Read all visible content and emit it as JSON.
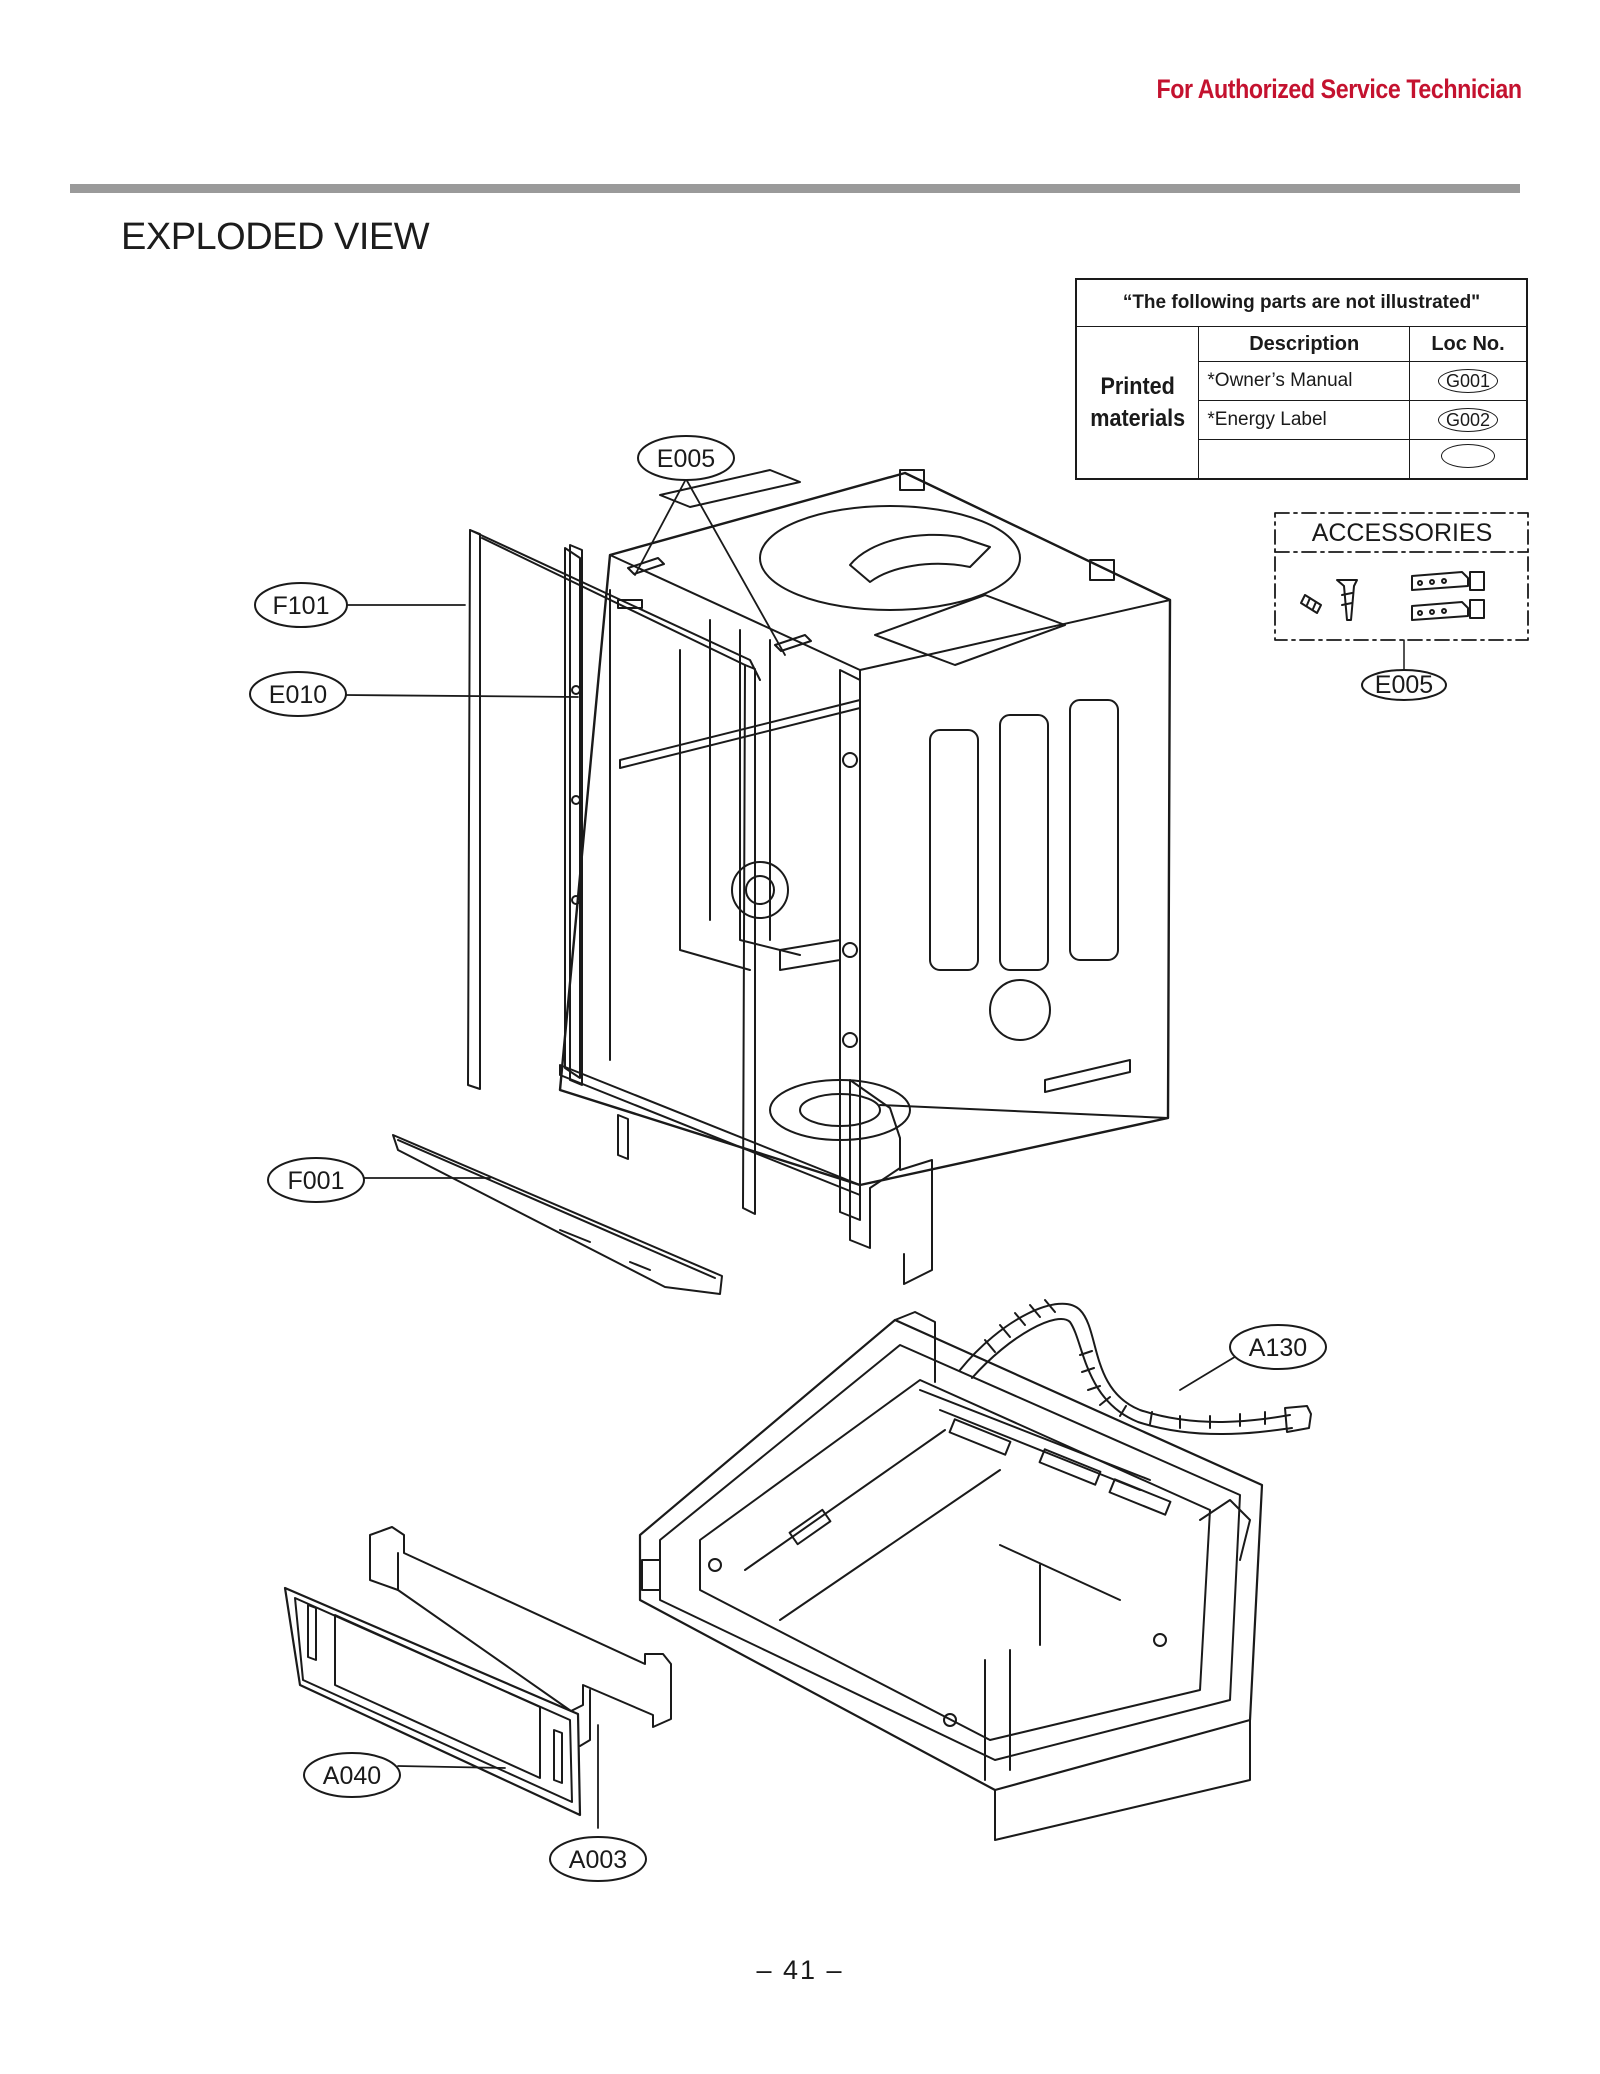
{
  "header": {
    "text": "For Authorized Service Technician"
  },
  "page_title": "EXPLODED VIEW",
  "not_illustrated": {
    "caption": "“The following parts are not illustrated\"",
    "columns": [
      "Description",
      "Loc No."
    ],
    "group_label_line1": "Printed",
    "group_label_line2": "materials",
    "rows": [
      {
        "description": "*Owner’s Manual",
        "loc": "G001"
      },
      {
        "description": "*Energy Label",
        "loc": "G002"
      },
      {
        "description": "",
        "loc": ""
      }
    ]
  },
  "accessories": {
    "label": "ACCESSORIES",
    "loc": "E005"
  },
  "callouts": {
    "e005_top": "E005",
    "f101": "F101",
    "e010": "E010",
    "f001": "F001",
    "a130": "A130",
    "a040": "A040",
    "a003": "A003"
  },
  "page_number": "– 41 –",
  "colors": {
    "header_red": "#c4122f",
    "rule_gray": "#9a9a9a",
    "line": "#1a1a1a"
  }
}
